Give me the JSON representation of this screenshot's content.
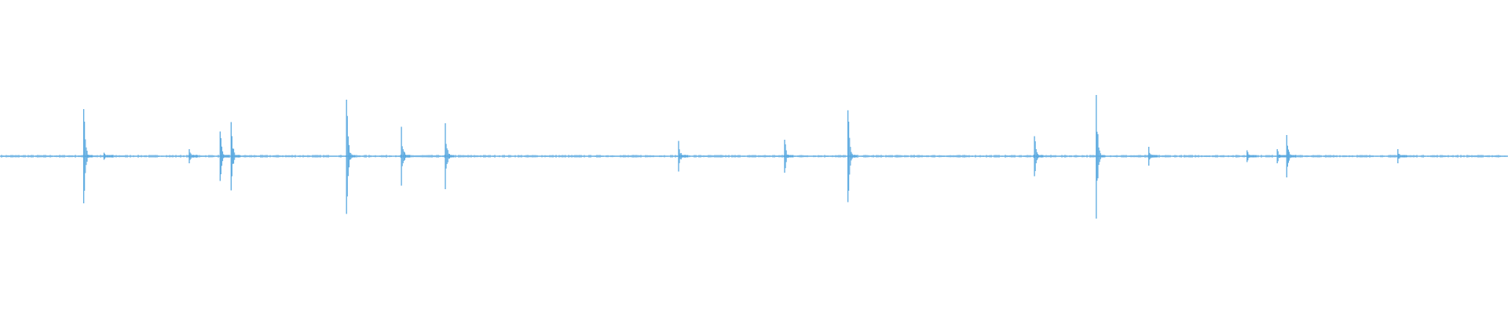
{
  "waveform": {
    "color": "#5aa9e0",
    "background": "#ffffff",
    "peaks": [
      {
        "t": 0.0555,
        "up": 0.4,
        "down": 0.4
      },
      {
        "t": 0.069,
        "up": 0.03,
        "down": 0.03
      },
      {
        "t": 0.1255,
        "up": 0.06,
        "down": 0.06
      },
      {
        "t": 0.146,
        "up": 0.21,
        "down": 0.21
      },
      {
        "t": 0.1533,
        "up": 0.29,
        "down": 0.29
      },
      {
        "t": 0.2298,
        "up": 0.48,
        "down": 0.49
      },
      {
        "t": 0.2662,
        "up": 0.25,
        "down": 0.25
      },
      {
        "t": 0.2953,
        "up": 0.28,
        "down": 0.28
      },
      {
        "t": 0.45,
        "up": 0.13,
        "down": 0.13
      },
      {
        "t": 0.5203,
        "up": 0.14,
        "down": 0.14
      },
      {
        "t": 0.5623,
        "up": 0.39,
        "down": 0.39
      },
      {
        "t": 0.686,
        "up": 0.17,
        "down": 0.17
      },
      {
        "t": 0.727,
        "up": 0.52,
        "down": 0.53
      },
      {
        "t": 0.7618,
        "up": 0.08,
        "down": 0.08
      },
      {
        "t": 0.827,
        "up": 0.05,
        "down": 0.05
      },
      {
        "t": 0.847,
        "up": 0.06,
        "down": 0.06
      },
      {
        "t": 0.8533,
        "up": 0.18,
        "down": 0.18
      },
      {
        "t": 0.927,
        "up": 0.06,
        "down": 0.06
      }
    ]
  }
}
